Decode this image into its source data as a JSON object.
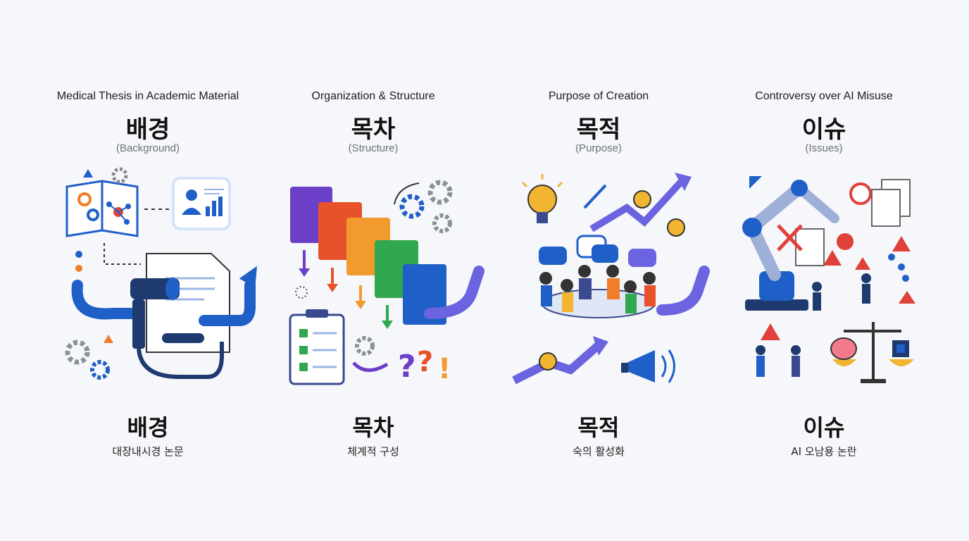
{
  "sections": [
    {
      "en_title": "Medical Thesis in Academic Material",
      "ko_title": "배경",
      "paren": "(Background)",
      "ko_bottom": "배경",
      "ko_sub": "대장내시경 논문"
    },
    {
      "en_title": "Organization & Structure",
      "ko_title": "목차",
      "paren": "(Structure)",
      "ko_bottom": "목차",
      "ko_sub": "체계적 구성"
    },
    {
      "en_title": "Purpose of Creation",
      "ko_title": "목적",
      "paren": "(Purpose)",
      "ko_bottom": "목적",
      "ko_sub": "숙의 활성화"
    },
    {
      "en_title": "Controversy over AI Misuse",
      "ko_title": "이슈",
      "paren": "(Issues)",
      "ko_bottom": "이슈",
      "ko_sub": "AI 오남용 논란"
    }
  ],
  "colors": {
    "blue": "#1f5fc8",
    "purple": "#6c63e0",
    "red": "#e0413a",
    "green": "#2fa84f",
    "orange": "#f07d2a",
    "yellow": "#f2b531"
  },
  "icons": [
    "book-network-icon",
    "profile-chart-icon",
    "endoscope-document-icon",
    "gear-icon",
    "books-icon",
    "checklist-icon",
    "question-exclamation-icon",
    "lightbulb-icon",
    "growth-arrow-icon",
    "meeting-table-icon",
    "megaphone-icon",
    "robot-arm-icon",
    "warning-icon",
    "justice-scale-icon",
    "brain-icon",
    "chip-icon"
  ]
}
